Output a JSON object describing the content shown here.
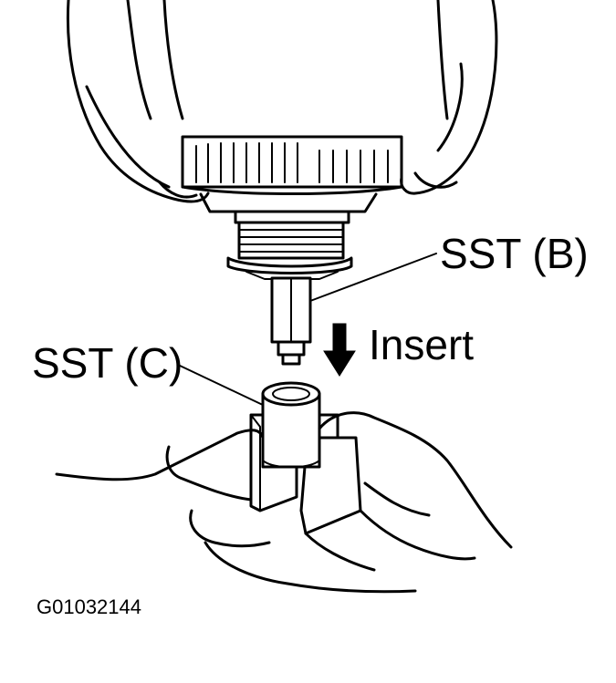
{
  "labels": {
    "sst_b": "SST (B)",
    "insert": "Insert",
    "sst_c": "SST (C)"
  },
  "figure_code": "G01032144",
  "colors": {
    "ink": "#000000",
    "paper": "#ffffff"
  }
}
